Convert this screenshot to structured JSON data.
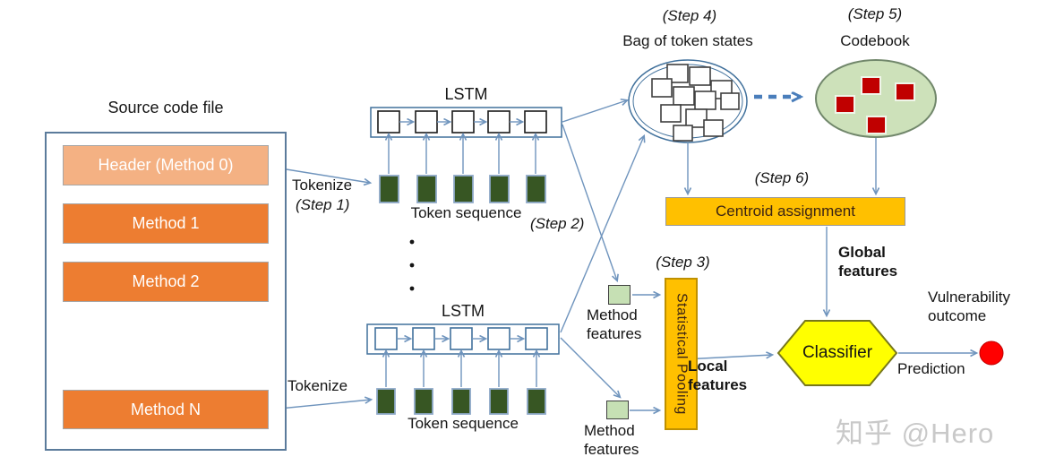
{
  "source_file": {
    "title": "Source code file",
    "methods": [
      {
        "label": "Header (Method 0)",
        "variant": "header"
      },
      {
        "label": "Method 1",
        "variant": "normal"
      },
      {
        "label": "Method 2",
        "variant": "normal"
      },
      {
        "label": "Method N",
        "variant": "normal"
      }
    ]
  },
  "tokenize": {
    "label_top": "Tokenize",
    "step_top": "(Step 1)",
    "label_bottom": "Tokenize"
  },
  "lstm_top": {
    "title": "LSTM",
    "caption": "Token sequence"
  },
  "lstm_bottom": {
    "title": "LSTM",
    "caption": "Token sequence"
  },
  "steps": {
    "step2": "(Step 2)",
    "step3": "(Step 3)",
    "step4": "(Step 4)",
    "step5": "(Step 5)",
    "step6": "(Step 6)"
  },
  "bag": {
    "title": "Bag of token states"
  },
  "codebook": {
    "title": "Codebook"
  },
  "centroid": {
    "label": "Centroid assignment"
  },
  "pooling": {
    "label": "Statistical Pooling"
  },
  "method_features_top": "Method features",
  "method_features_bottom": "Method features",
  "global_features": "Global features",
  "local_features": "Local features",
  "classifier": {
    "label": "Classifier"
  },
  "output": {
    "prediction": "Prediction",
    "outcome": "Vulnerability outcome"
  },
  "watermark": "知乎 @Hero",
  "colors": {
    "method_box": "#ED7D31",
    "header_box": "#F4B183",
    "amber_box": "#FFC000",
    "classifier_fill": "#FFFF00",
    "token_square": "#375623",
    "method_feature_fill": "#C6E0B4",
    "codebook_fill": "#CDE1BA",
    "codeword_red": "#C00000",
    "prediction_dot": "#FF0000",
    "arrow_blue": "#6f94bd",
    "box_border_blue": "#41719C"
  }
}
